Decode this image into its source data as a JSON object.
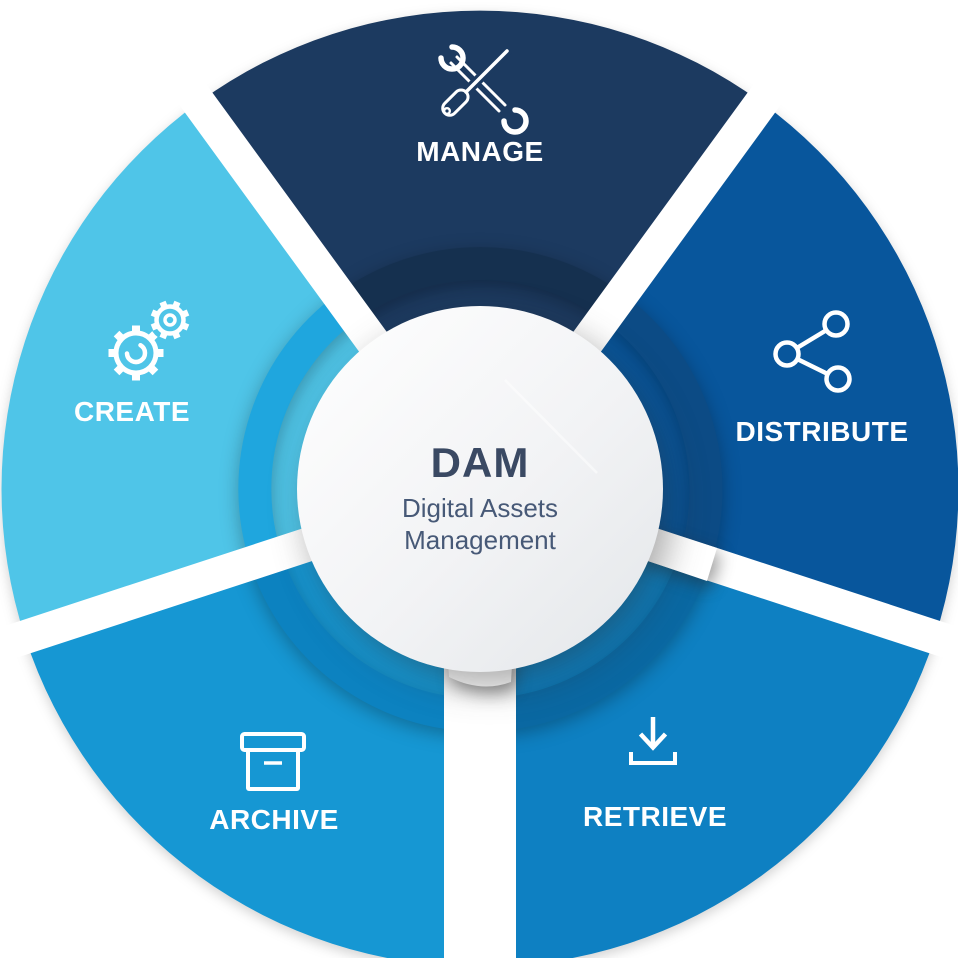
{
  "diagram": {
    "type": "cycle-diagram",
    "background_color": "#FFFFFF",
    "gap_color": "#FFFFFF",
    "label_color": "#FFFFFF",
    "icon_color": "#FFFFFF"
  },
  "center": {
    "heading": "DAM",
    "subtitle_line1": "Digital Assets",
    "subtitle_line2": "Management",
    "heading_color": "#3A4963",
    "subtitle_color": "#475977",
    "circle_color_top": "#FFFFFF",
    "circle_color_bottom": "#E3E6E9"
  },
  "segments": [
    {
      "id": "manage",
      "label": "MANAGE",
      "icon": "wrench-screwdriver-icon",
      "color": "#1C3A60",
      "ring_color": "#15304F",
      "position": "top"
    },
    {
      "id": "distribute",
      "label": "DISTRIBUTE",
      "icon": "share-icon",
      "color": "#08569C",
      "ring_color": "#0C4B85",
      "position": "right"
    },
    {
      "id": "retrieve",
      "label": "RETRIEVE",
      "icon": "download-icon",
      "color": "#0E80C2",
      "ring_color": "#0A68A2",
      "position": "bottom-right"
    },
    {
      "id": "archive",
      "label": "ARCHIVE",
      "icon": "archive-box-icon",
      "color": "#1697D3",
      "ring_color": "#0C82C0",
      "position": "bottom-left"
    },
    {
      "id": "create",
      "label": "CREATE",
      "icon": "gears-icon",
      "color": "#4FC5E8",
      "ring_color": "#1FA6DE",
      "position": "left"
    }
  ]
}
